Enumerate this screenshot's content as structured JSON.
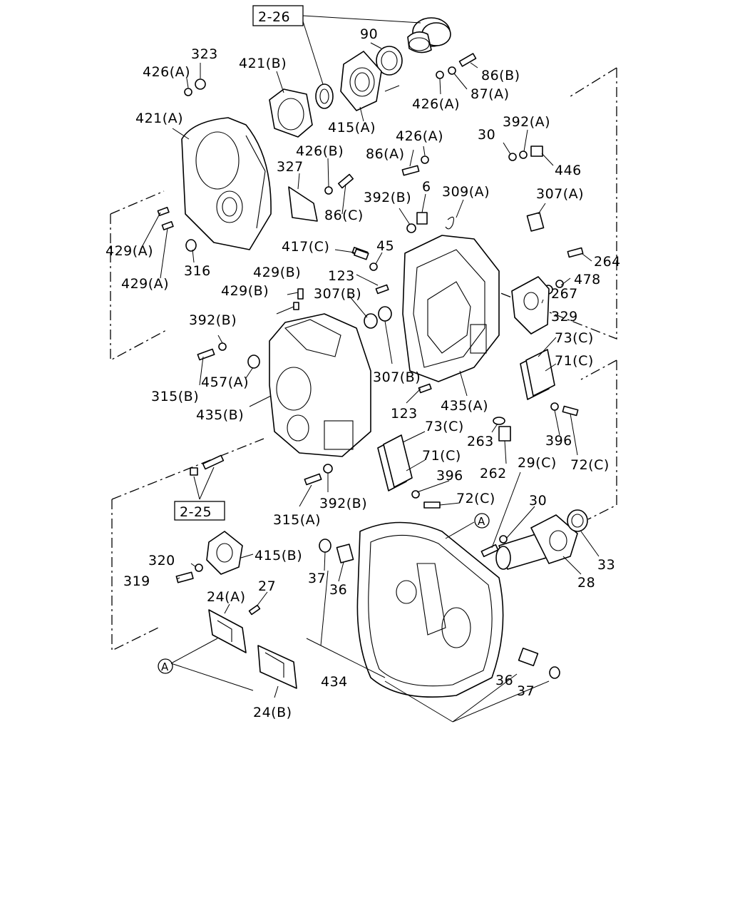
{
  "labels": {
    "ref_2_26": "2-26",
    "ref_2_25": "2-25",
    "p90": "90",
    "p323": "323",
    "p426a_1": "426(A)",
    "p421b": "421(B)",
    "p421a": "421(A)",
    "p86b": "86(B)",
    "p87a": "87(A)",
    "p426a_2": "426(A)",
    "p415a": "415(A)",
    "p426a_3": "426(A)",
    "p86a": "86(A)",
    "p30_1": "30",
    "p392a": "392(A)",
    "p446": "446",
    "p426b": "426(B)",
    "p327": "327",
    "p86c": "86(C)",
    "p392b_1": "392(B)",
    "p6": "6",
    "p309a": "309(A)",
    "p307a": "307(A)",
    "p429a_1": "429(A)",
    "p429a_2": "429(A)",
    "p316": "316",
    "p417c": "417(C)",
    "p45": "45",
    "p264": "264",
    "p478": "478",
    "p429b_1": "429(B)",
    "p429b_2": "429(B)",
    "p123_1": "123",
    "p307b_1": "307(B)",
    "p267": "267",
    "p329": "329",
    "p392b_2": "392(B)",
    "p73c_1": "73(C)",
    "p71c_1": "71(C)",
    "p315b": "315(B)",
    "p457a": "457(A)",
    "p307b_2": "307(B)",
    "p435b": "435(B)",
    "p123_2": "123",
    "p435a": "435(A)",
    "p73c_2": "73(C)",
    "p263": "263",
    "p396_1": "396",
    "p72c_1": "72(C)",
    "p71c_2": "71(C)",
    "p396_2": "396",
    "p262": "262",
    "p29c": "29(C)",
    "p392b_3": "392(B)",
    "p72c_2": "72(C)",
    "p315a": "315(A)",
    "circleA_1": "A",
    "p30_2": "30",
    "p415b": "415(B)",
    "p320": "320",
    "p319": "319",
    "p33": "33",
    "p37_1": "37",
    "p36_1": "36",
    "p28": "28",
    "p24a": "24(A)",
    "p27": "27",
    "circleA_2": "A",
    "p434": "434",
    "p36_2": "36",
    "p37_2": "37",
    "p24b": "24(B)"
  }
}
